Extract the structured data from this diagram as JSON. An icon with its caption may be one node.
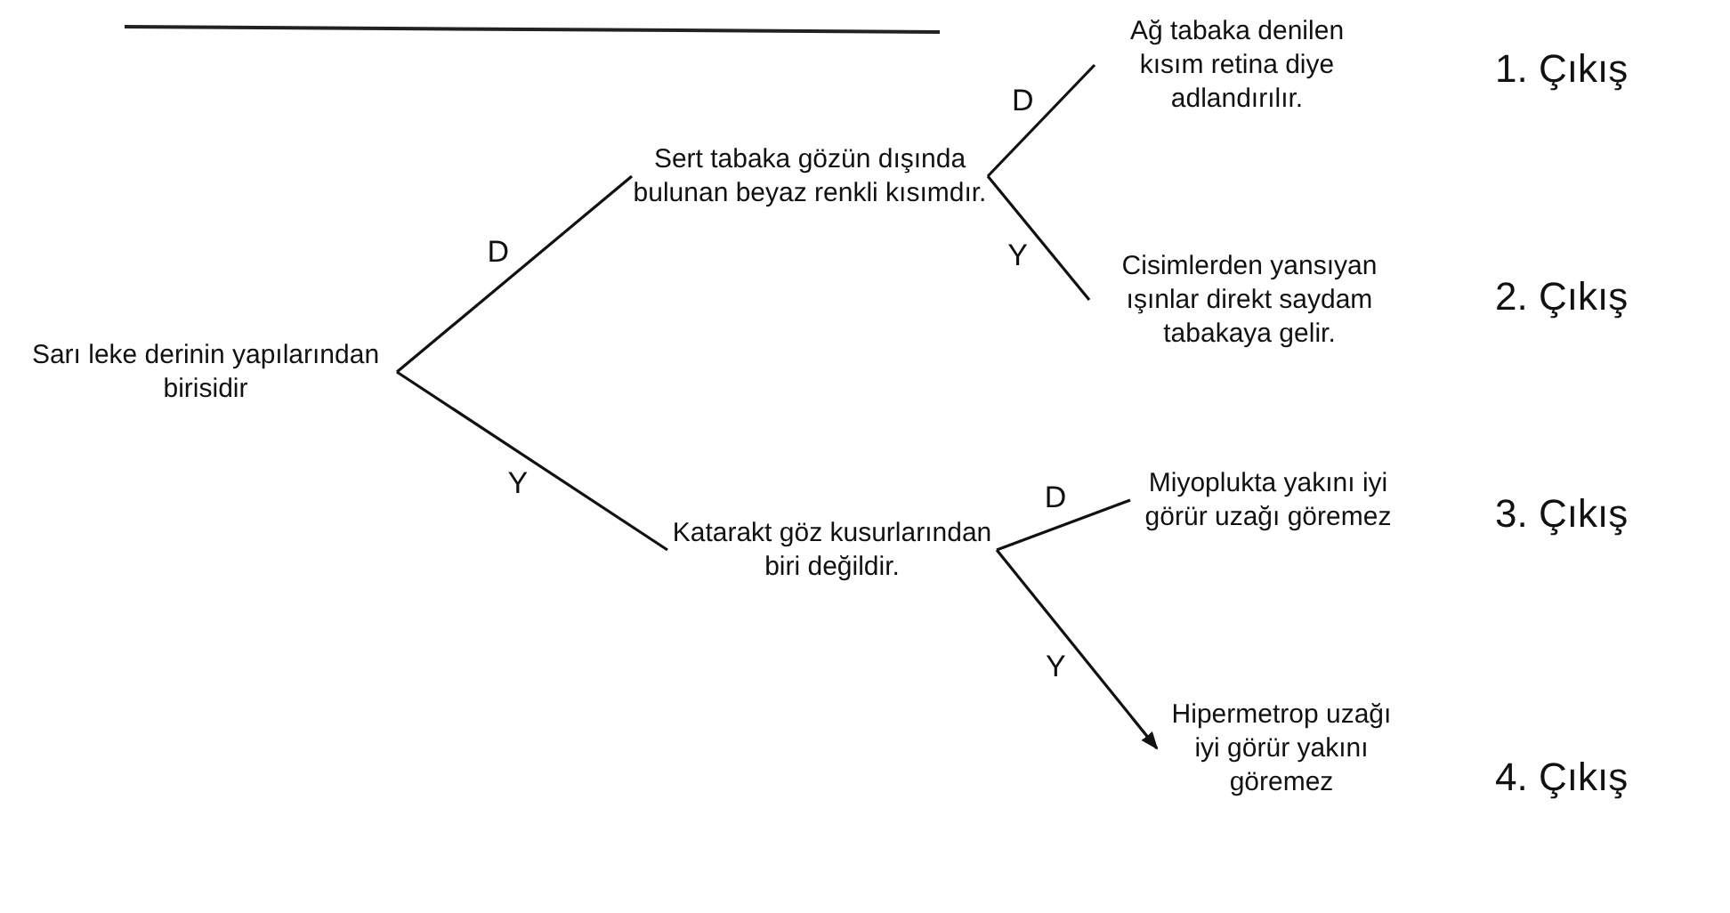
{
  "diagram": {
    "nodes": [
      {
        "text": [
          "Sarı leke derinin yapılarından birisidir"
        ]
      },
      {
        "text": [
          "Sert tabaka gözün dışında bulunan beyaz renkli kısımdır."
        ]
      },
      {
        "text": [
          "Ağ tabaka denilen kısım retina diye adlandırılır."
        ]
      },
      {
        "text": [
          "Cisimlerden yansıyan ışınlar direkt saydam tabakaya gelir."
        ]
      },
      {
        "text": [
          "Katarakt göz kusurlarından biri değildir."
        ]
      },
      {
        "text": [
          "Miyoplukta yakını iyi görür uzağı göremez"
        ]
      },
      {
        "text": [
          "Hipermetrop uzağı iyi görür yakını göremez"
        ]
      }
    ],
    "edges": [
      {
        "from": 0,
        "to": 1,
        "arrow": "none",
        "label": "D"
      },
      {
        "from": 0,
        "to": 4,
        "arrow": "none",
        "label": "Y"
      },
      {
        "from": 1,
        "to": 2,
        "arrow": "none",
        "label": "D"
      },
      {
        "from": 1,
        "to": 3,
        "arrow": "none",
        "label": "Y"
      },
      {
        "from": 4,
        "to": 5,
        "arrow": "none",
        "label": "D"
      },
      {
        "from": 4,
        "to": 6,
        "arrow": "to",
        "label": "Y"
      }
    ],
    "labels": [
      "1. Çıkış",
      "2. Çıkış",
      "3. Çıkış",
      "4. Çıkış"
    ]
  }
}
